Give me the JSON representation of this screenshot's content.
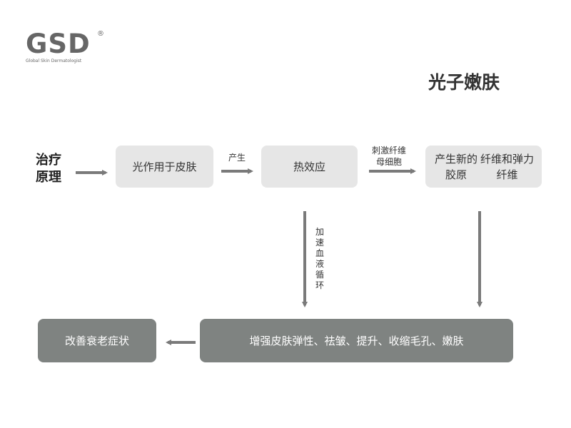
{
  "logo": {
    "mark": "GSD",
    "registered": "®",
    "tagline": "Global Skin Dermatologist"
  },
  "title": "光子嫩肤",
  "principle_label": "治疗\n原理",
  "nodes": {
    "light_on_skin": "光作用于皮肤",
    "thermal_effect": "热效应",
    "new_collagen": "产生新的胶原纤维和弹力纤维",
    "benefits": "增强皮肤弹性、祛皱、提升、收缩毛孔、嫩肤",
    "improve_aging": "改善衰老症状"
  },
  "edges": {
    "produce": "产生",
    "stimulate": "刺激纤维\n母细胞",
    "blood": "加速血液循环"
  },
  "colors": {
    "light_box": "#e6e6e6",
    "dark_box": "#7f8381",
    "arrow": "#7a7a7a"
  }
}
